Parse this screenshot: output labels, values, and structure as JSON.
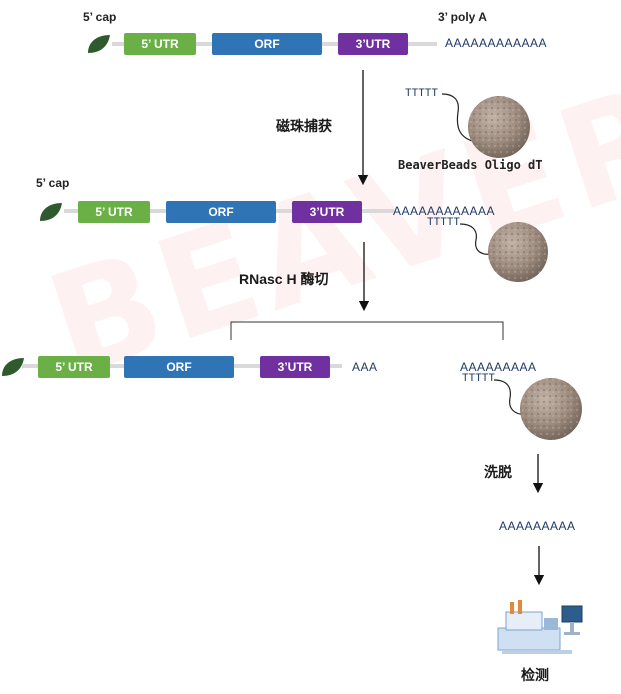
{
  "watermark": "BEAVER",
  "top": {
    "cap_label": "5’ cap",
    "polya_label": "3’ poly A",
    "utr5": "5’ UTR",
    "orf": "ORF",
    "utr3": "3’UTR",
    "polya": "AAAAAAAAAAAA"
  },
  "steps": {
    "capture": "磁珠捕获",
    "rnase": "RNasc H 酶切",
    "elute": "洗脱",
    "detect": "检测"
  },
  "bead": {
    "oligo_dt": "TTTTT",
    "name": "BeaverBeads Oligo dT"
  },
  "middle": {
    "cap_label": "5’ cap",
    "utr5": "5’ UTR",
    "orf": "ORF",
    "utr3": "3’UTR",
    "polya": "AAAAAAAAAAAA",
    "oligo_dt": "TTTTT"
  },
  "bottom": {
    "utr5": "5’ UTR",
    "orf": "ORF",
    "utr3": "3’UTR",
    "aaa": "AAA",
    "released_polya": "AAAAAAAAA",
    "oligo_dt": "TTTTT",
    "eluted_polya": "AAAAAAAAA"
  },
  "colors": {
    "utr5": "#6ab046",
    "orf": "#2f74b5",
    "utr3": "#7030a0",
    "cap_leaf": "#2e5a2e",
    "bead": "#9c8a7d"
  }
}
